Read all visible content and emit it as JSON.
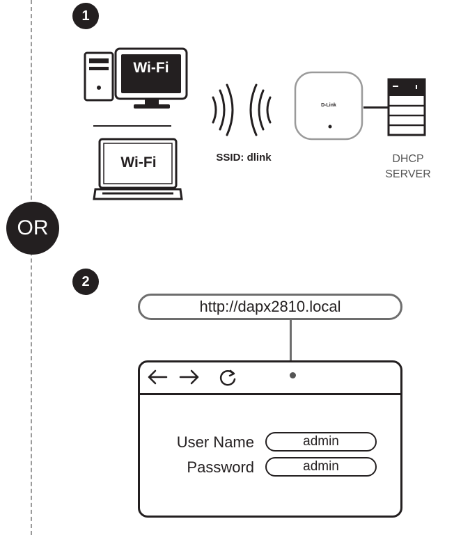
{
  "steps": {
    "step1": "1",
    "step2": "2",
    "or_label": "OR"
  },
  "devices": {
    "monitor_label": "Wi-Fi",
    "laptop_label": "Wi-Fi",
    "ssid": "SSID: dlink",
    "ap_brand": "D-Link",
    "server_label_line1": "DHCP",
    "server_label_line2": "SERVER"
  },
  "browser": {
    "url": "http://dapx2810.local",
    "username_label": "User Name",
    "username_value": "admin",
    "password_label": "Password",
    "password_value": "admin"
  },
  "icons": [
    "back-arrow-icon",
    "forward-arrow-icon",
    "refresh-icon"
  ]
}
